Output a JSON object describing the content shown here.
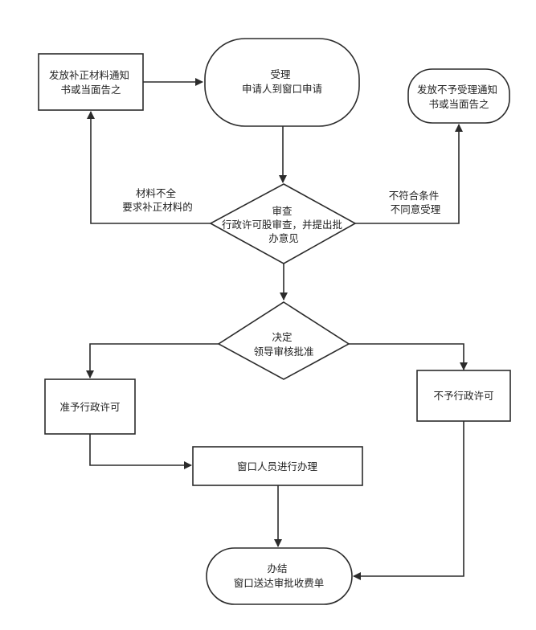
{
  "nodes": {
    "supplement_notice": {
      "lines": [
        "发放补正材料通知",
        "书或当面告之"
      ]
    },
    "accept": {
      "lines": [
        "受理",
        "申请人到窗口申请"
      ]
    },
    "reject_notice": {
      "lines": [
        "发放不予受理通知",
        "书或当面告之"
      ]
    },
    "review": {
      "lines": [
        "审查",
        "行政许可股审查，并提出批",
        "办意见"
      ]
    },
    "decision": {
      "lines": [
        "决定",
        "领导审核批准"
      ]
    },
    "grant": {
      "lines": [
        "准予行政许可"
      ]
    },
    "deny": {
      "lines": [
        "不予行政许可"
      ]
    },
    "window_process": {
      "lines": [
        "窗口人员进行办理"
      ]
    },
    "complete": {
      "lines": [
        "办结",
        "窗口送达审批收费单"
      ]
    }
  },
  "edge_labels": {
    "incomplete": [
      "材料不全",
      "要求补正材料的"
    ],
    "not_qualified": [
      "不符合条件",
      "不同意受理"
    ]
  }
}
